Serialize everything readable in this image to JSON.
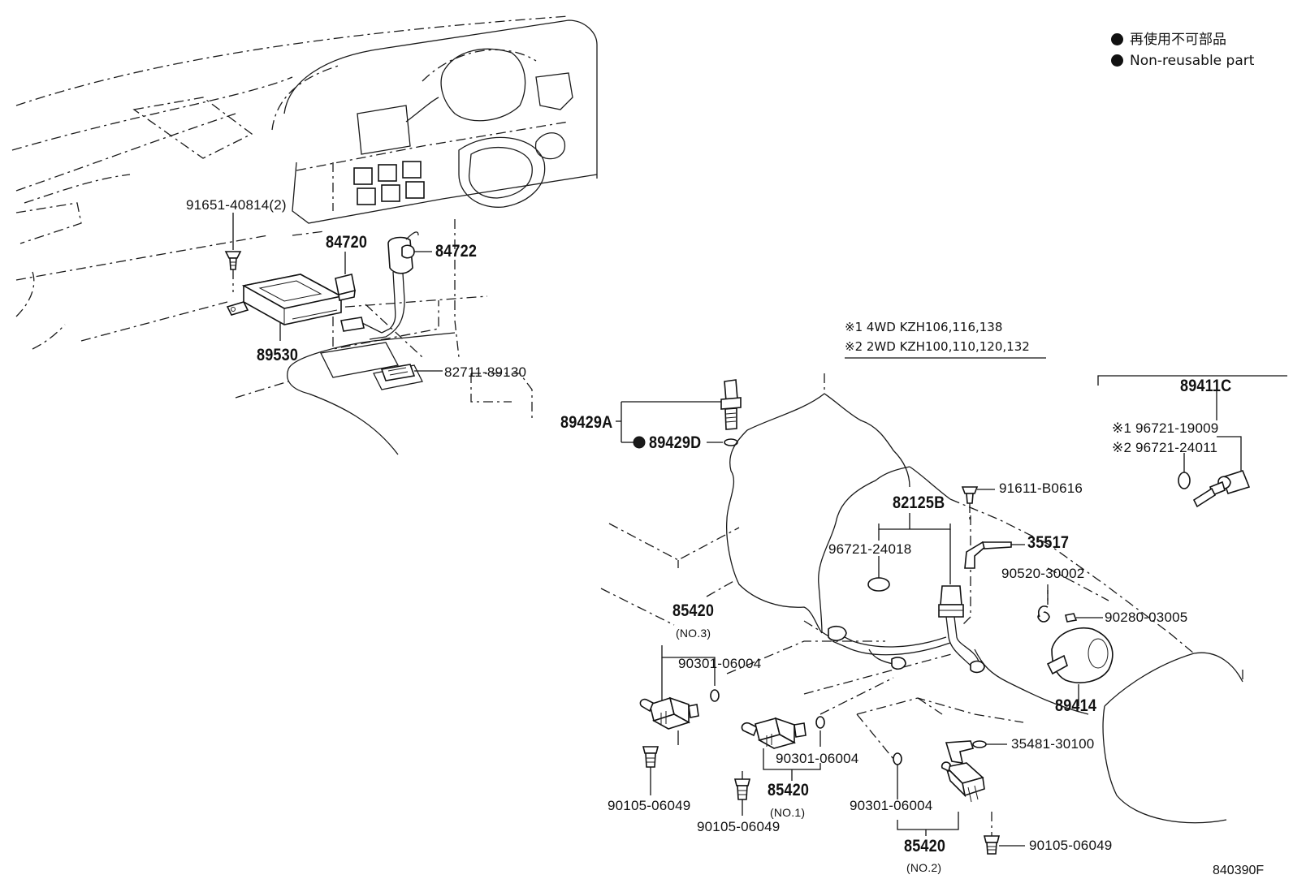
{
  "legend": {
    "japanese": "再使用不可部品",
    "english": "Non-reusable part"
  },
  "notes": {
    "note1": "※1 4WD KZH106,116,138",
    "note2": "※2 2WD KZH100,110,120,132"
  },
  "parts": {
    "p91651": "91651-40814(2)",
    "p84720": "84720",
    "p84722": "84722",
    "p89530": "89530",
    "p82711": "82711-89130",
    "p89429A": "89429A",
    "p89429D": "89429D",
    "p89411C": "89411C",
    "p96721_19009": "※1 96721-19009",
    "p96721_24011": "※2 96721-24011",
    "p91611": "91611-B0616",
    "p82125B": "82125B",
    "p96721_24018": "96721-24018",
    "p35517": "35517",
    "p90520": "90520-30002",
    "p90280": "90280-03005",
    "p89414": "89414",
    "p85420_no3": "85420",
    "no3": "(NO.3)",
    "p90301_a": "90301-06004",
    "p90301_b": "90301-06004",
    "p90301_c": "90301-06004",
    "p85420_no1": "85420",
    "no1": "(NO.1)",
    "p85420_no2": "85420",
    "no2": "(NO.2)",
    "p90105_a": "90105-06049",
    "p90105_b": "90105-06049",
    "p90105_c": "90105-06049",
    "p35481": "35481-30100"
  },
  "figure_code": "840390F"
}
